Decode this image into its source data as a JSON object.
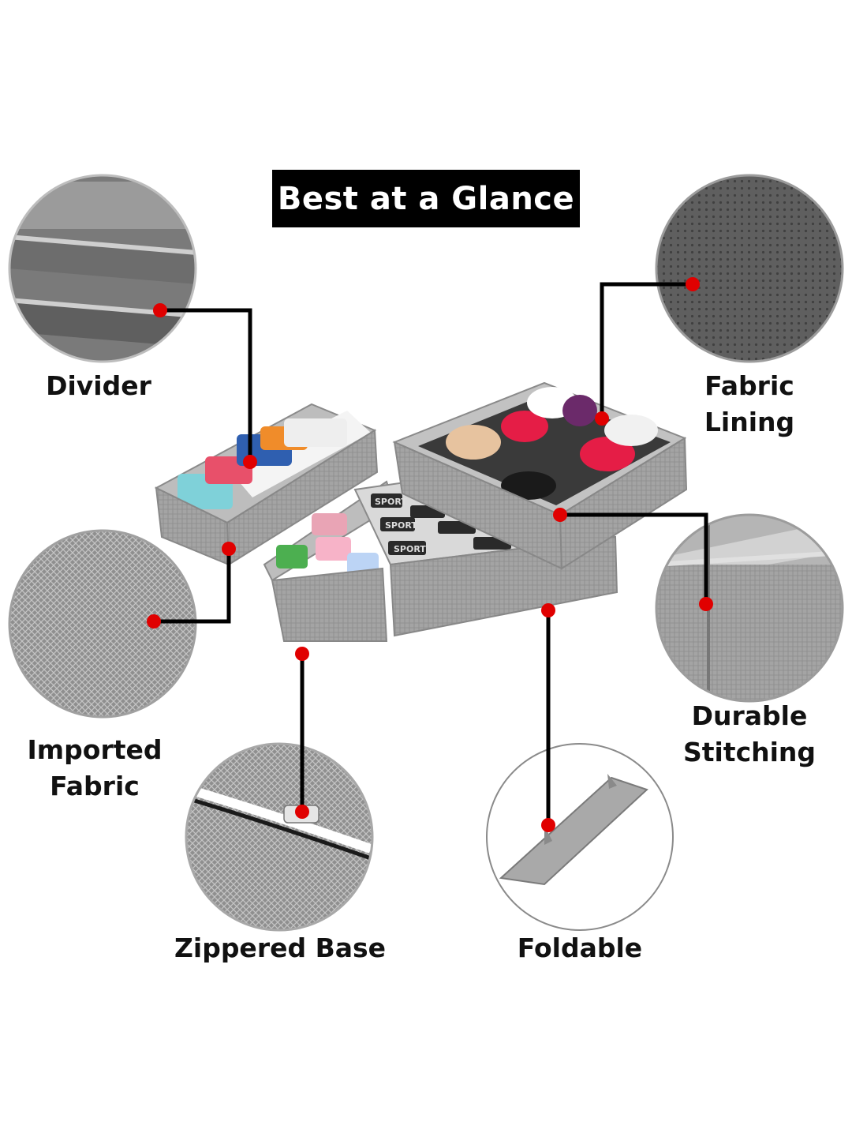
{
  "title": "Best at a Glance",
  "features": {
    "divider": "Divider",
    "fabric_lining": [
      "Fabric",
      "Lining"
    ],
    "imported_fabric": [
      "Imported",
      "Fabric"
    ],
    "durable_stitching": [
      "Durable",
      "Stitching"
    ],
    "zippered_base": "Zippered Base",
    "foldable": "Foldable"
  },
  "box_labels": [
    "SPORT",
    "SPORT",
    "SPORT"
  ],
  "colors": {
    "callout_dot": "#e00000",
    "leader_line": "#000000",
    "title_bg": "#000000",
    "fabric_gray": "#9a9a9a"
  }
}
